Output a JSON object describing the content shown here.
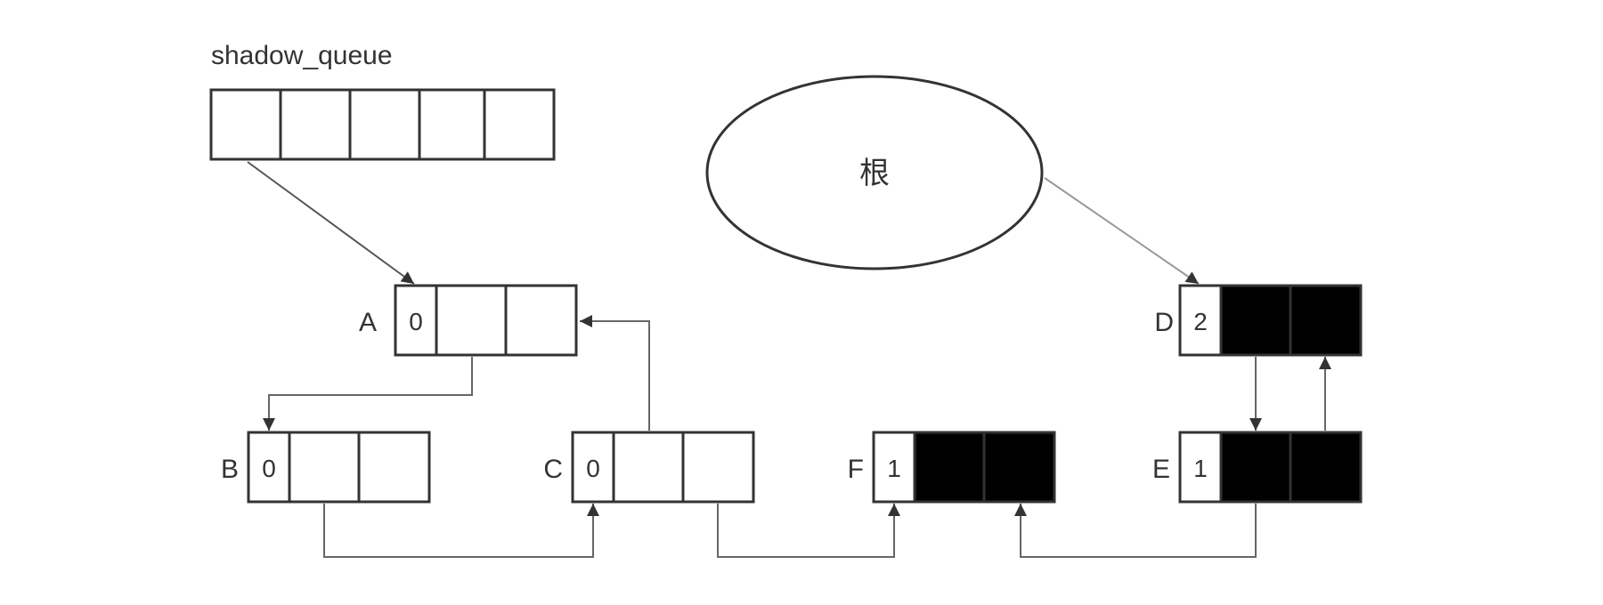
{
  "queue": {
    "title": "shadow_queue",
    "slots": 5
  },
  "root": {
    "label": "根"
  },
  "nodes": {
    "A": {
      "name": "A",
      "count": "0",
      "marked": false
    },
    "B": {
      "name": "B",
      "count": "0",
      "marked": false
    },
    "C": {
      "name": "C",
      "count": "0",
      "marked": false
    },
    "F": {
      "name": "F",
      "count": "1",
      "marked": true
    },
    "D": {
      "name": "D",
      "count": "2",
      "marked": true
    },
    "E": {
      "name": "E",
      "count": "1",
      "marked": true
    }
  },
  "colors": {
    "stroke": "#333333",
    "marked_fill": "#000000",
    "edge": "#666666"
  }
}
